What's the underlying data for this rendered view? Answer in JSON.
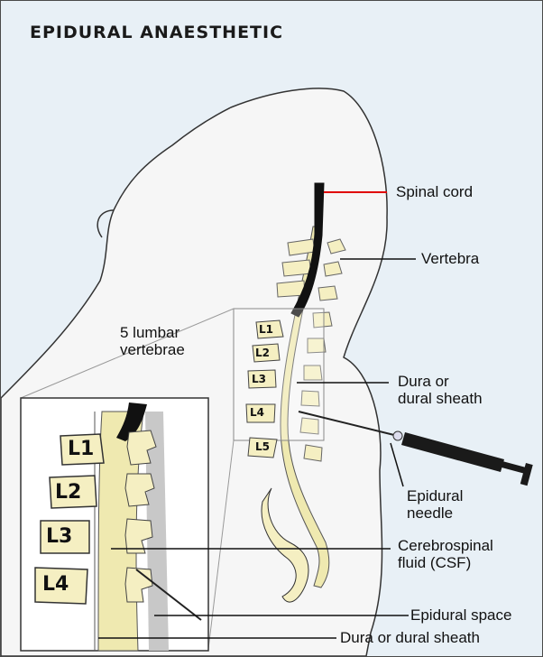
{
  "title": "EPIDURAL ANAESTHETIC",
  "labels": {
    "spinal_cord": "Spinal cord",
    "vertebra": "Vertebra",
    "lumbar": "5 lumbar\nvertebrae",
    "dura": "Dura or\ndural sheath",
    "needle": "Epidural\nneedle",
    "csf": "Cerebrospinal\nfluid (CSF)",
    "epidural_space": "Epidural space",
    "dura_bottom": "Dura or dural sheath"
  },
  "vertebrae_small": [
    "L1",
    "L2",
    "L3",
    "L4",
    "L5"
  ],
  "vertebrae_inset": [
    "L1",
    "L2",
    "L3",
    "L4"
  ],
  "colors": {
    "background": "#e8f0f6",
    "body_fill": "#f6f6f6",
    "bone": "#f5efc2",
    "csf": "#efe9b0",
    "cord": "#111111",
    "pointer_red": "#e00000",
    "syringe": "#1a1a1a"
  }
}
